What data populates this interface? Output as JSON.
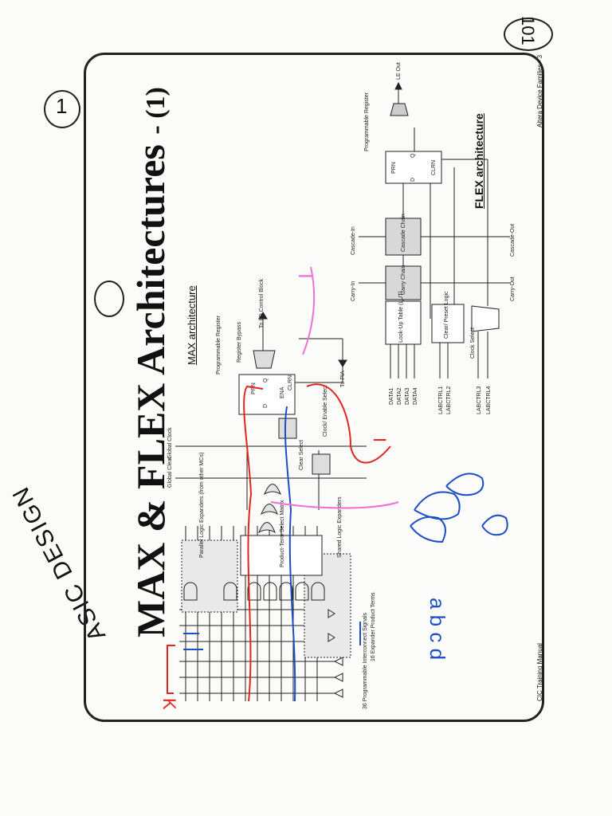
{
  "slide": {
    "title": "MAX & FLEX Architectures",
    "title_suffix": "- (1)",
    "footer_left": "CIC Training Manual",
    "footer_right": "Altera Device Families - 3"
  },
  "max": {
    "heading": "MAX architecture",
    "labels": {
      "programmable_register": "Programmable Register",
      "register_bypass": "Register Bypass",
      "io_control": "To I/O Control Block",
      "global_clear": "Global Clear",
      "global_clock": "Global Clock",
      "parallel_expanders": "Parallel Logic Expanders (from other MCs)",
      "product_term": "Product-Term Select Matrix",
      "shared_expanders": "Shared Logic Expanders",
      "clock_enable": "Clock/ Enable Select",
      "clear_select": "Clear Select",
      "to_pia": "To PIA",
      "interconnect": "36 Programmable Interconnect Signals",
      "expander_terms": "16 Expander Product Terms",
      "prn": "PRN",
      "ena": "ENA",
      "clrn": "CLRN",
      "d": "D",
      "q": "Q"
    }
  },
  "flex": {
    "heading": "FLEX architecture",
    "inputs": [
      "DATA1",
      "DATA2",
      "DATA3",
      "DATA4"
    ],
    "lab_ctrl": [
      "LABCTRL1",
      "LABCTRL2"
    ],
    "clock_ctrl": [
      "LABCTRL3",
      "LABCTRL4"
    ],
    "lut": "Look-Up Table (LUT)",
    "carry_chain": "Carry Chain",
    "cascade_chain": "Cascade Chain",
    "clear_preset": "Clear/ Preset Logic",
    "clock_select": "Clock Select",
    "carry_in": "Carry-In",
    "carry_out": "Carry-Out",
    "cascade_in": "Cascade-In",
    "cascade_out": "Cascade-Out",
    "programmable_register": "Programmable Register",
    "le_out": "LE Out",
    "prn": "PRN",
    "clrn": "CLRN",
    "d": "D",
    "q": "Q"
  },
  "handwriting": {
    "page_number": "101",
    "course": "ASIC DESIGN",
    "circled_one": "1",
    "letters": "a b c d",
    "mark_k": "K",
    "mark_l": "I",
    "mark_l2": "I"
  },
  "ink_colors": {
    "red": "#e0261e",
    "blue": "#1d4fc4",
    "pink": "#ee6fd6",
    "pencil": "#222222"
  }
}
